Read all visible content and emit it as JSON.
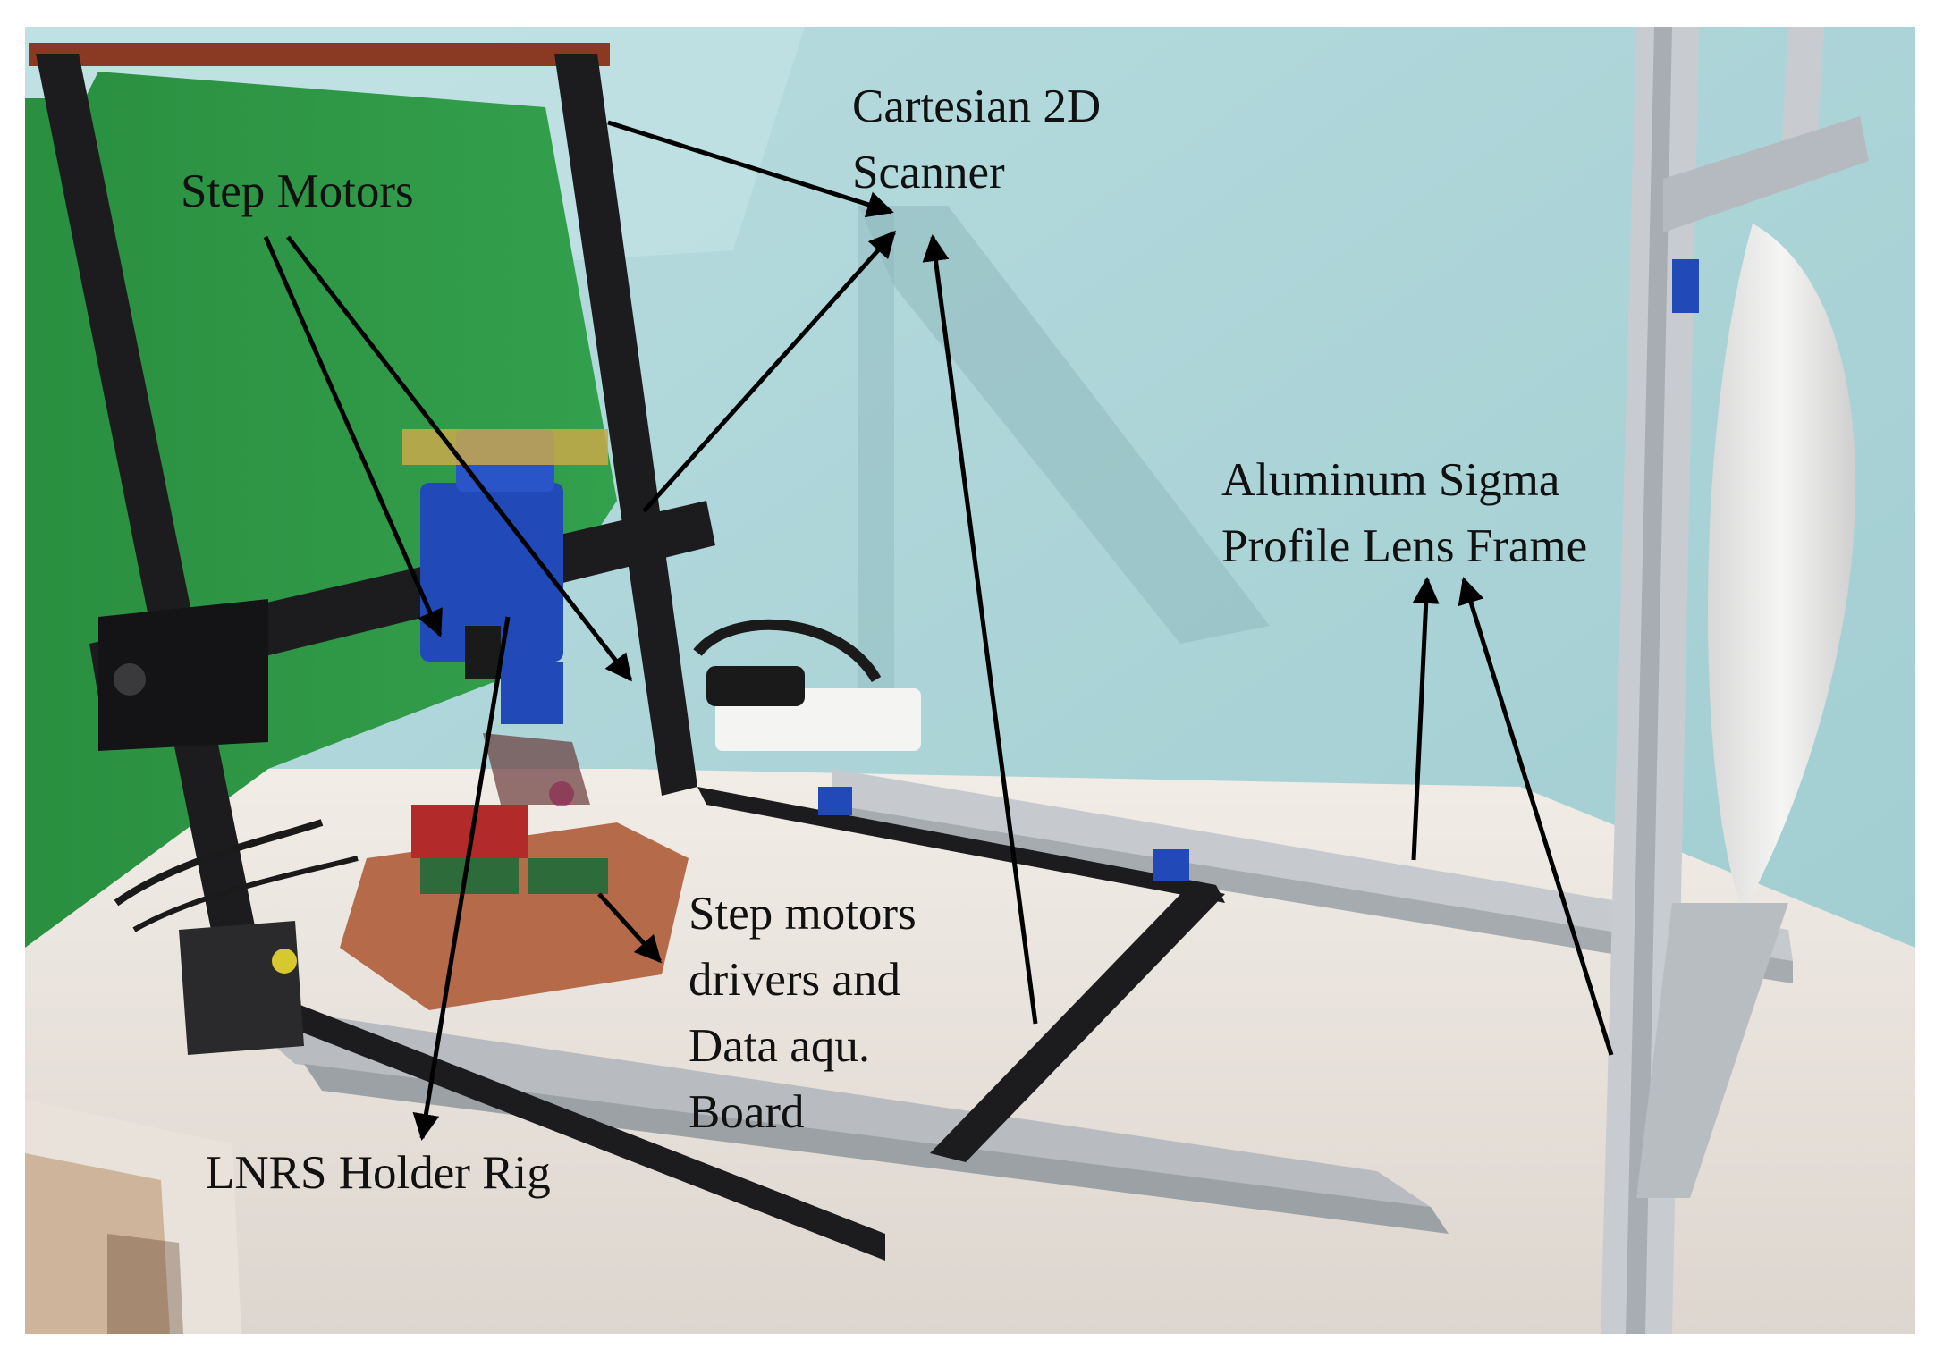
{
  "labels": {
    "cartesian_scanner": [
      "Cartesian 2D",
      "Scanner"
    ],
    "step_motors": "Step Motors",
    "aluminum_frame": [
      "Aluminum Sigma",
      "Profile Lens Frame"
    ],
    "drivers_board": [
      "Step motors",
      "drivers and",
      "Data aqu.",
      "Board"
    ],
    "holder_rig": "LNRS Holder Rig"
  },
  "colors": {
    "wall": "#a9d3d6",
    "green_screen": "#2e9a48",
    "frame_black": "#1c1c1f",
    "table_top": "#ebe5df",
    "motor_blue": "#2149b8",
    "aluminum": "#c8ccd0",
    "arrow": "#000000"
  }
}
